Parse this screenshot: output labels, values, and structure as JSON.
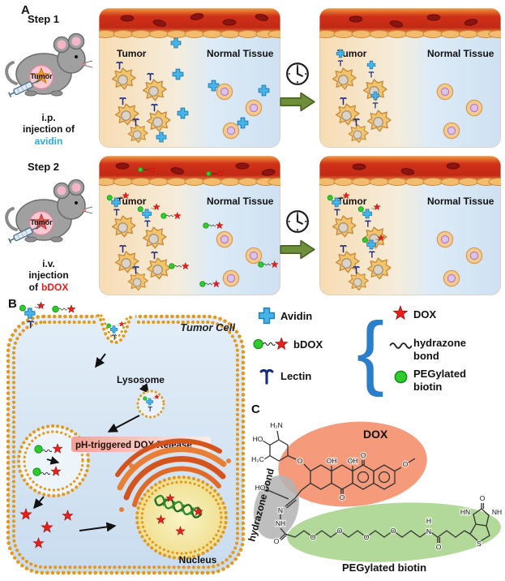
{
  "panels": {
    "a": "A",
    "b": "B",
    "c": "C"
  },
  "colors": {
    "avidin_blue": "#46b4e9",
    "dox_red": "#e8201c",
    "biotin_green": "#2ecc2e",
    "lectin_navy": "#1a2a7e",
    "arrow_green": "#6d8f3c",
    "vessel_red": "#c22a16",
    "membrane_orange": "#e2991d"
  },
  "step1": {
    "title": "Step 1",
    "mouse_tumor_label": "Tumor",
    "injection": [
      "i.p.",
      "injection of",
      "avidin"
    ],
    "before": {
      "tumor": "Tumor",
      "normal": "Normal Tissue"
    },
    "after": {
      "tumor": "Tumor",
      "normal": "Normal Tissue"
    }
  },
  "step2": {
    "title": "Step 2",
    "mouse_tumor_label": "Tumor",
    "injection": [
      "i.v.",
      "injection",
      "of",
      "bDOX"
    ],
    "before": {
      "tumor": "Tumor",
      "normal": "Normal Tissue"
    },
    "after": {
      "tumor": "Tumor",
      "normal": "Normal Tissue"
    }
  },
  "cell_panel": {
    "title": "Tumor Cell",
    "lysosome": "Lysosome",
    "release_label": "pH-triggered DOX Release",
    "nucleus": "Nucleus"
  },
  "legend": {
    "avidin": "Avidin",
    "bdox": "bDOX",
    "lectin": "Lectin",
    "dox": "DOX",
    "brace": "{",
    "hydrazone": [
      "hydrazone",
      "bond"
    ],
    "peg_biotin": [
      "PEGylated",
      "biotin"
    ]
  },
  "chem": {
    "dox": "DOX",
    "hydrazone_bond": "hydrazone bond",
    "peg_biotin": "PEGylated biotin",
    "atoms": [
      "HO",
      "H₂N",
      "H₃C",
      "O",
      "OH",
      "OH",
      "O",
      "O",
      "O",
      "HO",
      "N",
      "NH",
      "O",
      "O",
      "O",
      "O",
      "O",
      "H",
      "N",
      "O",
      "HN",
      "NH",
      "O",
      "S"
    ]
  }
}
